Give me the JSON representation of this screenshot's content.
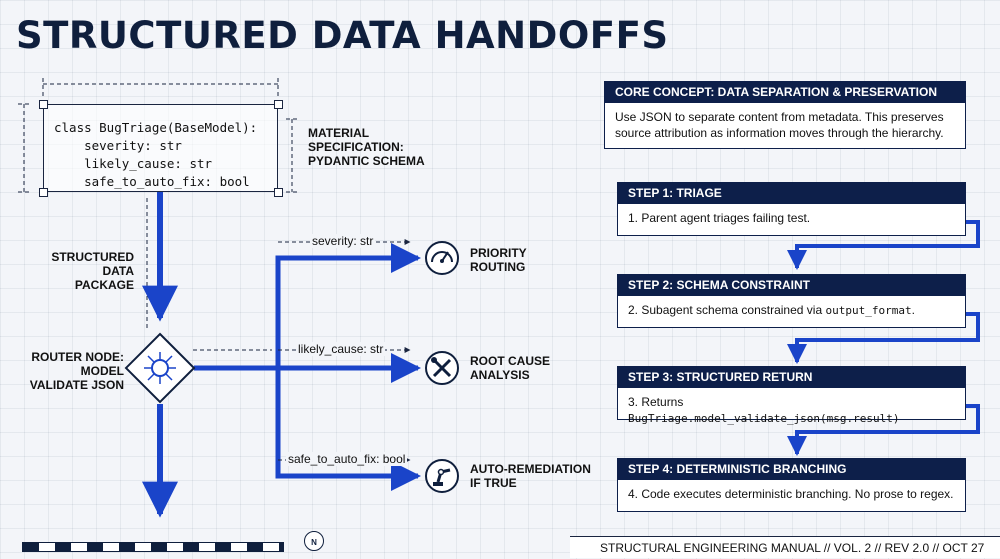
{
  "title": "STRUCTURED DATA HANDOFFS",
  "code": {
    "lines": [
      "class BugTriage(BaseModel):",
      "    severity: str",
      "    likely_cause: str",
      "    safe_to_auto_fix: bool"
    ]
  },
  "labels": {
    "material": "MATERIAL SPECIFICATION: PYDANTIC SCHEMA",
    "package": "STRUCTURED DATA PACKAGE",
    "router": "ROUTER NODE: MODEL VALIDATE JSON"
  },
  "branches": [
    {
      "field": "severity: str",
      "target": "PRIORITY ROUTING",
      "icon": "gauge-icon"
    },
    {
      "field": "likely_cause: str",
      "target": "ROOT CAUSE ANALYSIS",
      "icon": "wrench-screwdriver-icon"
    },
    {
      "field": "safe_to_auto_fix: bool",
      "target": "AUTO-REMEDIATION IF TRUE",
      "icon": "robot-arm-icon"
    }
  ],
  "core": {
    "head": "CORE CONCEPT: DATA SEPARATION & PRESERVATION",
    "body": "Use JSON to separate content from metadata. This preserves source attribution as information moves through the hierarchy."
  },
  "steps": [
    {
      "head": "STEP 1: TRIAGE",
      "text": "1. Parent agent triages failing test.",
      "code": "",
      "tail": ""
    },
    {
      "head": "STEP 2: SCHEMA CONSTRAINT",
      "text": "2. Subagent schema constrained via ",
      "code": "output_format",
      "tail": "."
    },
    {
      "head": "STEP 3: STRUCTURED RETURN",
      "text": "3. Returns ",
      "code": "BugTriage.model_validate_json(msg.result)",
      "tail": ""
    },
    {
      "head": "STEP 4: DETERMINISTIC BRANCHING",
      "text": "4. Code executes deterministic branching. No prose to regex.",
      "code": "",
      "tail": ""
    }
  ],
  "footer": "STRUCTURAL ENGINEERING MANUAL  //  VOL. 2  //  REV 2.0  //  OCT 27",
  "compass": "N",
  "colors": {
    "navy": "#0d1f4a",
    "flow_blue": "#1a44c9"
  }
}
